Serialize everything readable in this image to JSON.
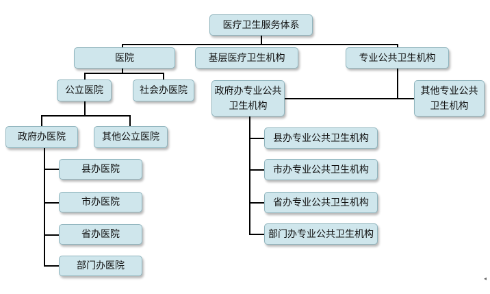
{
  "diagram": {
    "root": "医疗卫生服务体系",
    "level1": {
      "hospital": "医院",
      "grassroots": "基层医疗卫生机构",
      "public_health": "专业公共卫生机构"
    },
    "hospital_types": {
      "public": "公立医院",
      "social": "社会办医院"
    },
    "public_hospital_types": {
      "government": "政府办医院",
      "other": "其他公立医院"
    },
    "government_hospitals": [
      "县办医院",
      "市办医院",
      "省办医院",
      "部门办医院"
    ],
    "public_health_types": {
      "government_line1": "政府办专业公共",
      "government_line2": "卫生机构",
      "other_line1": "其他专业公共",
      "other_line2": "卫生机构"
    },
    "government_public_health": [
      "县办专业公共卫生机构",
      "市办专业公共卫生机构",
      "省办专业公共卫生机构",
      "部门办专业公共卫生机构"
    ]
  }
}
